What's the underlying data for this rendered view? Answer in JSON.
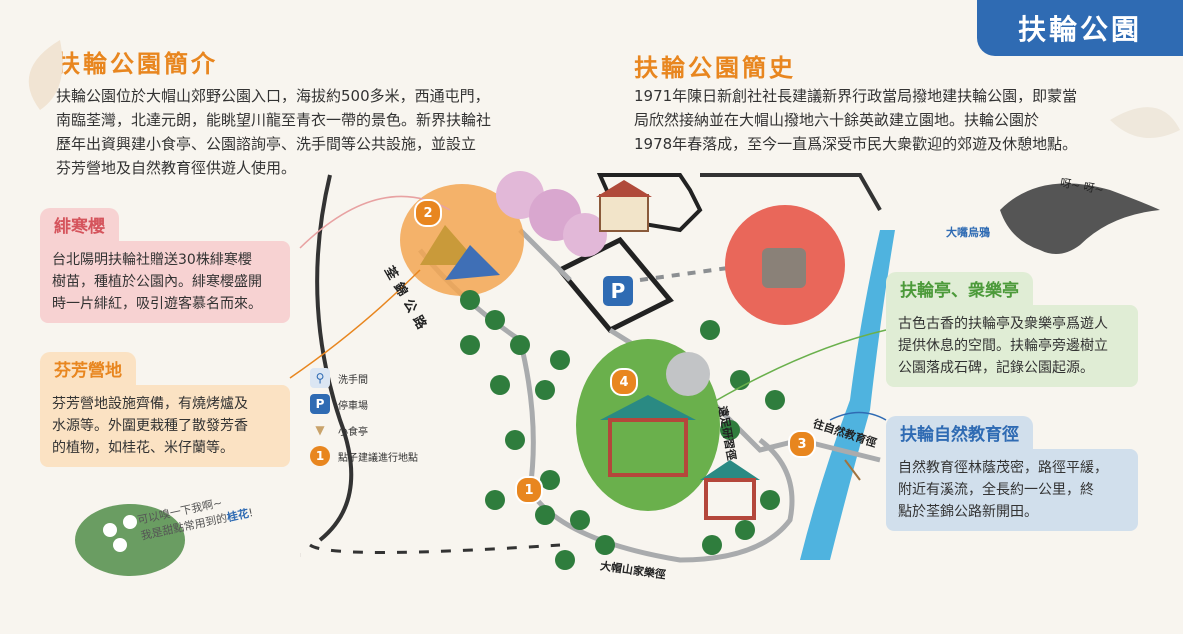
{
  "badge": "扶輪公園",
  "intro": {
    "title": "扶輪公園簡介",
    "lines": [
      "扶輪公園位於大帽山郊野公園入口，海拔約500多米，西通屯門，",
      "南臨荃灣，北達元朗，能眺望川龍至青衣一帶的景色。新界扶輪社",
      "歷年出資興建小食亭、公園諮詢亭、洗手間等公共設施，並設立",
      "芬芳營地及自然教育徑供遊人使用。"
    ]
  },
  "history": {
    "title": "扶輪公園簡史",
    "lines": [
      "1971年陳日新創社社長建議新界行政當局撥地建扶輪公園，即蒙當",
      "局欣然接納並在大帽山撥地六十餘英畝建立園地。扶輪公園於",
      "1978年春落成，至今一直爲深受市民大衆歡迎的郊遊及休憩地點。"
    ]
  },
  "cards": {
    "sakura": {
      "title": "緋寒櫻",
      "lines": [
        "台北陽明扶輪社贈送30株緋寒櫻",
        "樹苗，種植於公園內。緋寒櫻盛開",
        "時一片緋紅，吸引遊客慕名而來。"
      ]
    },
    "camp": {
      "title": "芬芳營地",
      "lines": [
        "芬芳營地設施齊備，有燒烤爐及",
        "水源等。外圍更栽種了散發芳香",
        "的植物，如桂花、米仔蘭等。"
      ]
    },
    "pavilion": {
      "title": "扶輪亭、衆樂亭",
      "lines": [
        "古色古香的扶輪亭及衆樂亭爲遊人",
        "提供休息的空間。扶輪亭旁邊樹立",
        "公園落成石碑，記錄公園起源。"
      ]
    },
    "trail": {
      "title": "扶輪自然教育徑",
      "lines": [
        "自然教育徑林蔭茂密，路徑平緩，",
        "附近有溪流，全長約一公里，終",
        "點於荃錦公路新開田。"
      ]
    }
  },
  "legend": [
    {
      "icon": "toilet-icon",
      "label": "洗手間"
    },
    {
      "icon": "parking-icon",
      "label": "停車場"
    },
    {
      "icon": "icecream-icon",
      "label": "小食亭"
    },
    {
      "icon": "number-marker-icon",
      "label": "點子建議進行地點"
    }
  ],
  "map_labels": {
    "road1": "荃錦公路",
    "road2": "大帽山家樂徑",
    "road3": "遠足研習徑",
    "road4": "往自然教育徑",
    "crow": "大嘴烏鴉",
    "crow_sound": "呀~ 呀~",
    "osmanthus_1": "可以嗅一下我啊~",
    "osmanthus_2": "我是甜點常用到的",
    "osmanthus_3": "桂花",
    "osmanthus_4": "!",
    "parking": "P"
  },
  "markers": [
    "1",
    "2",
    "3",
    "4"
  ],
  "colors": {
    "accent_orange": "#e8861f",
    "badge_blue": "#2f6bb3",
    "pink": "#f7d2d2",
    "orange_bg": "#fbe2c3",
    "green_bg": "#e0edd5",
    "blue_bg": "#d1dfec"
  }
}
